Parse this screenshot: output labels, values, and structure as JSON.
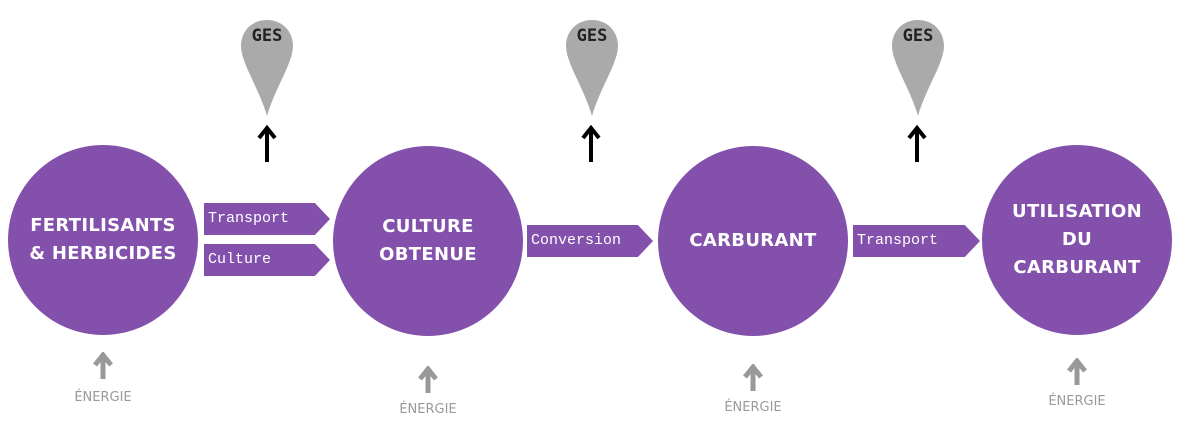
{
  "nodes": [
    {
      "label": "FERTILISANTS\n& HERBICIDES"
    },
    {
      "label": "CULTURE\nOBTENUE"
    },
    {
      "label": "CARBURANT"
    },
    {
      "label": "UTILISATION\nDU\nCARBURANT"
    }
  ],
  "flows": [
    {
      "label": "Transport"
    },
    {
      "label": "Culture"
    },
    {
      "label": "Conversion"
    },
    {
      "label": "Transport"
    }
  ],
  "emission_label": "GES",
  "energy_label": "ÉNERGIE",
  "colors": {
    "node": "#8350ab",
    "pin": "#aaaaaa",
    "energy": "#999999"
  }
}
